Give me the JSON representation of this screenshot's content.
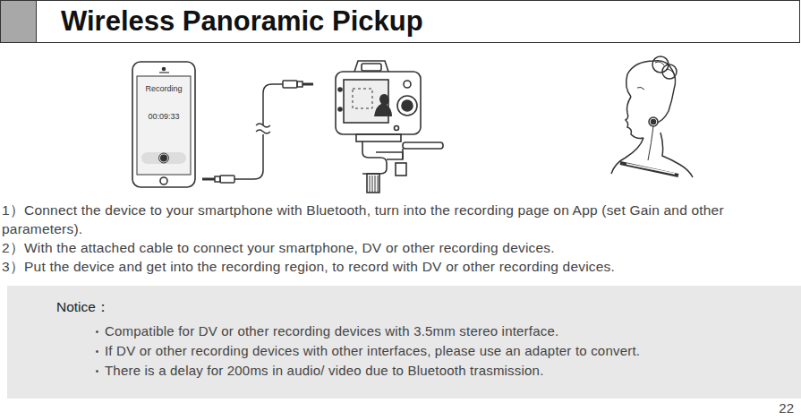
{
  "diagram": {
    "title": "Wireless Panoramic Pickup",
    "nodes": [
      {
        "text": [
          "Recording",
          "00:09:33"
        ]
      },
      {
        "text": [
          "Notice：",
          "Compatible for DV or other recording devices with 3.5mm stereo interface.",
          "If DV or other recording devices with other interfaces, please use an adapter to convert.",
          "There is a delay for 200ms in audio/ video due to Bluetooth trasmission."
        ]
      }
    ],
    "labels": [
      "1）Connect the device to your smartphone with Bluetooth, turn into the recording page on App (set Gain and other parameters).",
      "2）With the attached cable to connect your smartphone, DV or other recording devices.",
      "3）Put the device and get into the recording region, to record with DV or other recording devices.",
      "22"
    ]
  }
}
